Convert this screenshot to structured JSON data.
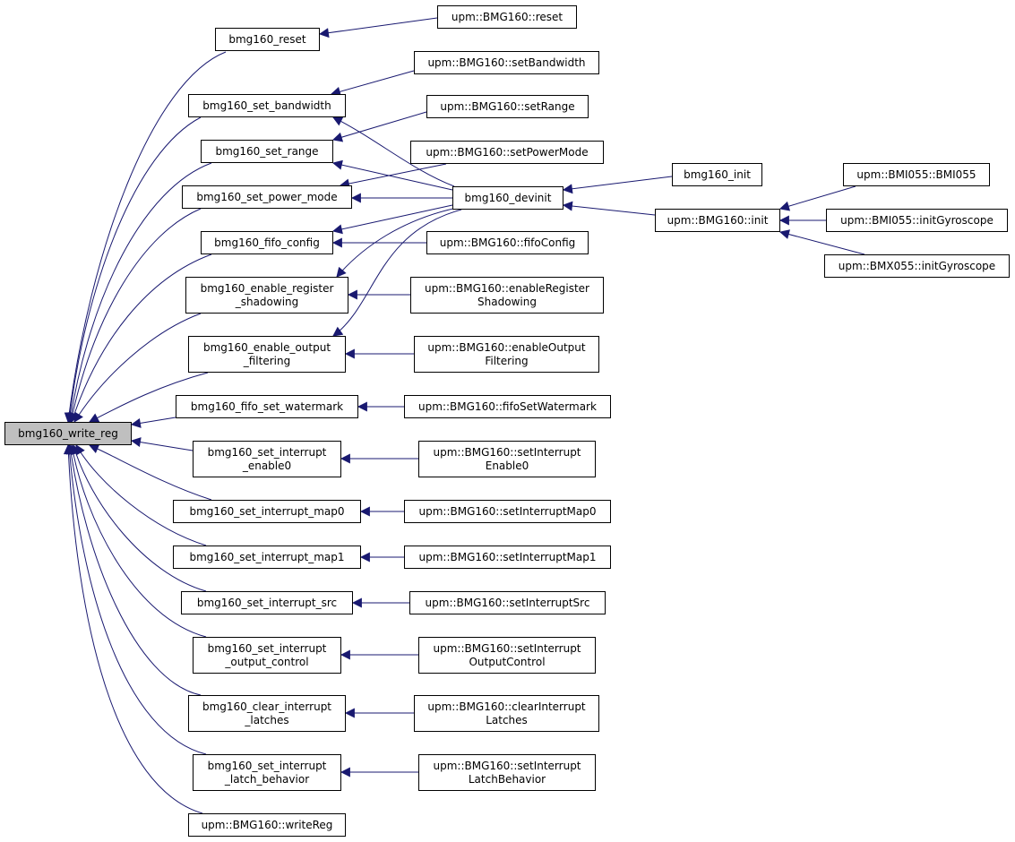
{
  "colors": {
    "edge": "#191970",
    "root_fill": "#bfbfbf",
    "node_fill": "#ffffff",
    "border": "#000000"
  },
  "nodes": {
    "write_reg": {
      "lines": [
        "bmg160_write_reg"
      ]
    },
    "reset": {
      "lines": [
        "bmg160_reset"
      ]
    },
    "set_bandwidth": {
      "lines": [
        "bmg160_set_bandwidth"
      ]
    },
    "set_range": {
      "lines": [
        "bmg160_set_range"
      ]
    },
    "set_power_mode": {
      "lines": [
        "bmg160_set_power_mode"
      ]
    },
    "fifo_config": {
      "lines": [
        "bmg160_fifo_config"
      ]
    },
    "enable_register_shadowing": {
      "lines": [
        "bmg160_enable_register",
        "_shadowing"
      ]
    },
    "enable_output_filtering": {
      "lines": [
        "bmg160_enable_output",
        "_filtering"
      ]
    },
    "fifo_set_watermark": {
      "lines": [
        "bmg160_fifo_set_watermark"
      ]
    },
    "set_interrupt_enable0": {
      "lines": [
        "bmg160_set_interrupt",
        "_enable0"
      ]
    },
    "set_interrupt_map0": {
      "lines": [
        "bmg160_set_interrupt_map0"
      ]
    },
    "set_interrupt_map1": {
      "lines": [
        "bmg160_set_interrupt_map1"
      ]
    },
    "set_interrupt_src": {
      "lines": [
        "bmg160_set_interrupt_src"
      ]
    },
    "set_interrupt_output_control": {
      "lines": [
        "bmg160_set_interrupt",
        "_output_control"
      ]
    },
    "clear_interrupt_latches": {
      "lines": [
        "bmg160_clear_interrupt",
        "_latches"
      ]
    },
    "set_interrupt_latch_behavior": {
      "lines": [
        "bmg160_set_interrupt",
        "_latch_behavior"
      ]
    },
    "upm_writeReg": {
      "lines": [
        "upm::BMG160::writeReg"
      ]
    },
    "upm_reset": {
      "lines": [
        "upm::BMG160::reset"
      ]
    },
    "upm_setBandwidth": {
      "lines": [
        "upm::BMG160::setBandwidth"
      ]
    },
    "upm_setRange": {
      "lines": [
        "upm::BMG160::setRange"
      ]
    },
    "upm_setPowerMode": {
      "lines": [
        "upm::BMG160::setPowerMode"
      ]
    },
    "devinit": {
      "lines": [
        "bmg160_devinit"
      ]
    },
    "upm_fifoConfig": {
      "lines": [
        "upm::BMG160::fifoConfig"
      ]
    },
    "upm_enableRegisterShadowing": {
      "lines": [
        "upm::BMG160::enableRegister",
        "Shadowing"
      ]
    },
    "upm_enableOutputFiltering": {
      "lines": [
        "upm::BMG160::enableOutput",
        "Filtering"
      ]
    },
    "upm_fifoSetWatermark": {
      "lines": [
        "upm::BMG160::fifoSetWatermark"
      ]
    },
    "upm_setInterruptEnable0": {
      "lines": [
        "upm::BMG160::setInterrupt",
        "Enable0"
      ]
    },
    "upm_setInterruptMap0": {
      "lines": [
        "upm::BMG160::setInterruptMap0"
      ]
    },
    "upm_setInterruptMap1": {
      "lines": [
        "upm::BMG160::setInterruptMap1"
      ]
    },
    "upm_setInterruptSrc": {
      "lines": [
        "upm::BMG160::setInterruptSrc"
      ]
    },
    "upm_setInterruptOutputControl": {
      "lines": [
        "upm::BMG160::setInterrupt",
        "OutputControl"
      ]
    },
    "upm_clearInterruptLatches": {
      "lines": [
        "upm::BMG160::clearInterrupt",
        "Latches"
      ]
    },
    "upm_setInterruptLatchBehavior": {
      "lines": [
        "upm::BMG160::setInterrupt",
        "LatchBehavior"
      ]
    },
    "bmg160_init": {
      "lines": [
        "bmg160_init"
      ]
    },
    "upm_init": {
      "lines": [
        "upm::BMG160::init"
      ]
    },
    "upm_BMI055": {
      "lines": [
        "upm::BMI055::BMI055"
      ]
    },
    "upm_BMI055_initGyroscope": {
      "lines": [
        "upm::BMI055::initGyroscope"
      ]
    },
    "upm_BMX055_initGyroscope": {
      "lines": [
        "upm::BMX055::initGyroscope"
      ]
    }
  }
}
